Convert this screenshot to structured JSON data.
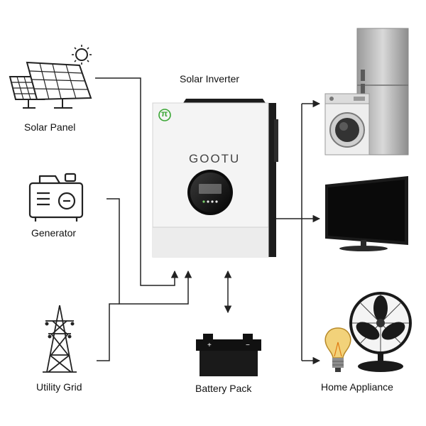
{
  "title": "Solar Inverter",
  "inverter": {
    "brand": "GOOTU",
    "logo_glyph": "π"
  },
  "sources": [
    {
      "label": "Solar Panel",
      "icon": "solar-panel-icon"
    },
    {
      "label": "Generator",
      "icon": "generator-icon"
    },
    {
      "label": "Utility Grid",
      "icon": "utility-grid-icon"
    }
  ],
  "storage": {
    "label": "Battery Pack",
    "icon": "battery-icon"
  },
  "output": {
    "label": "Home Appliance",
    "items": [
      "refrigerator",
      "washing-machine",
      "television",
      "fan",
      "light-bulb"
    ]
  },
  "colors": {
    "line": "#222222",
    "inverter_body": "#f4f4f4",
    "inverter_side": "#1c1c1c",
    "logo_green": "#3aa635",
    "appliance_grey": "#c8c8c8"
  }
}
